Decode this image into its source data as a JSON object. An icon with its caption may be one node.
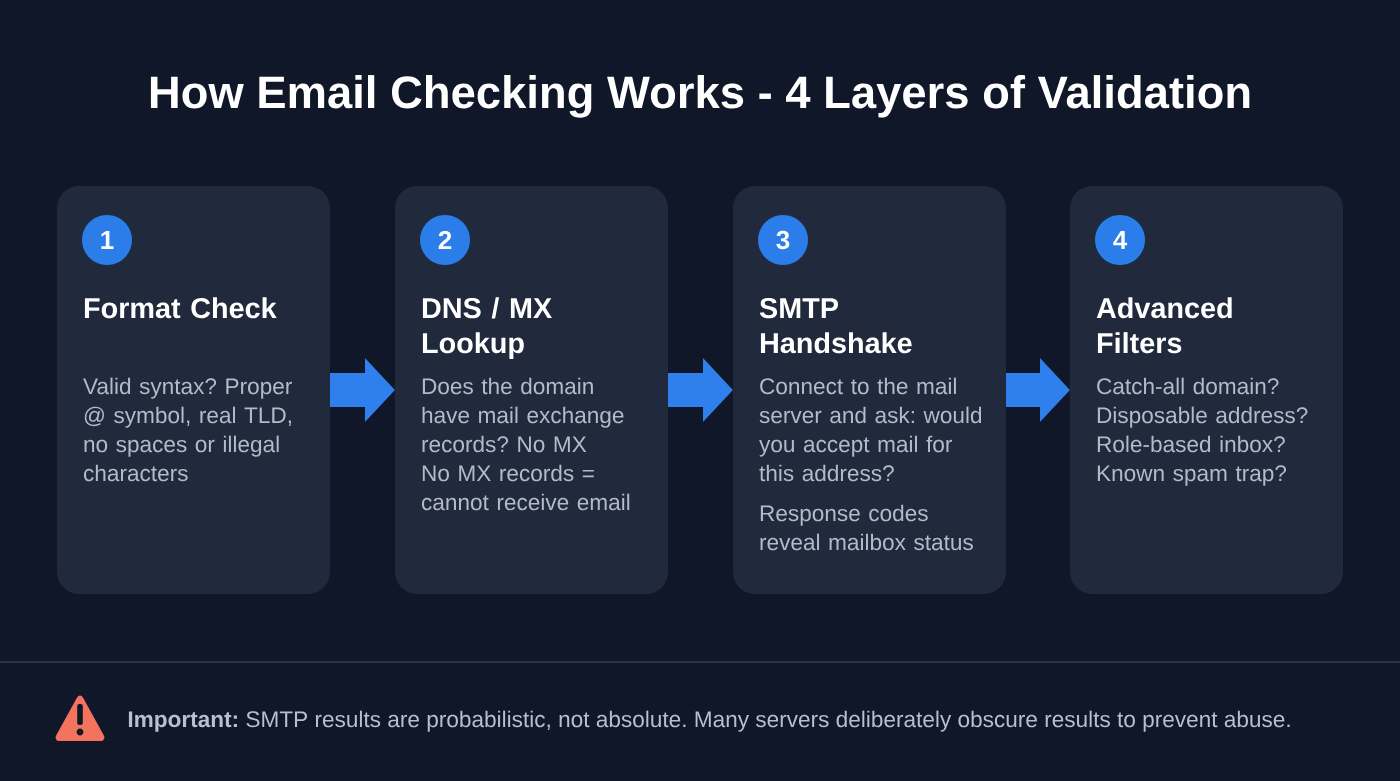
{
  "diagram": {
    "title": "How Email Checking Works - 4 Layers of Validation",
    "nodes": [
      {
        "text": [
          "Format Check",
          "Valid syntax? Proper @ symbol, real TLD, no spaces or illegal characters"
        ]
      },
      {
        "text": [
          "1"
        ],
        "in": 0
      },
      {
        "text": [
          "DNS / MX Lookup",
          "Does the domain have mail exchange records? No MX",
          "No MX records = cannot receive email"
        ]
      },
      {
        "text": [
          "2"
        ],
        "in": 2
      },
      {
        "text": [
          "SMTP Handshake",
          "Connect to the mail server and ask: would you accept mail for this address?",
          "Response codes reveal mailbox status"
        ]
      },
      {
        "text": [
          "3"
        ],
        "in": 4
      },
      {
        "text": [
          "Advanced Filters",
          "Catch-all domain? Disposable address? Role-based inbox? Known spam trap?"
        ]
      },
      {
        "text": [
          "4"
        ],
        "in": 6
      }
    ],
    "edges": [
      {
        "from": 0,
        "to": 2,
        "arrow": "to"
      },
      {
        "from": 2,
        "to": 4,
        "arrow": "to"
      },
      {
        "from": 4,
        "to": 6,
        "arrow": "to"
      }
    ],
    "labels": [
      "**Important:** SMTP results are probabilistic, not absolute. Many servers deliberately obscure results to prevent abuse."
    ]
  }
}
